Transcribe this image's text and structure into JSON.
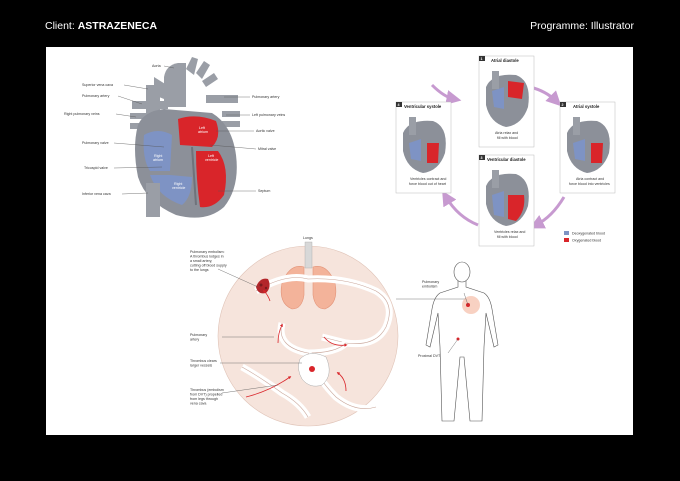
{
  "header": {
    "client_prefix": "Client: ",
    "client_name": "ASTRAZENECA",
    "programme": "Programme: Illustrator"
  },
  "heart": {
    "labels": {
      "aorta": "Aorta",
      "superior_vena_cava": "Superior vena cava",
      "pulmonary_artery_left": "Pulmonary artery",
      "right_pulmonary_veins": "Right pulmonary veins",
      "pulmonary_valve": "Pulmonary valve",
      "tricuspid_valve": "Tricuspid valve",
      "inferior_vena_cava": "Inferior vena cava",
      "pulmonary_artery_right": "Pulmonary artery",
      "left_pulmonary_veins": "Left pulmonary veins",
      "aortic_valve": "Aortic valve",
      "mitral_valve": "Mitral valve",
      "septum": "Septum",
      "left_atrium_1": "Left",
      "left_atrium_2": "atrium",
      "left_ventricle_1": "Left",
      "left_ventricle_2": "ventricle",
      "right_atrium_1": "Right",
      "right_atrium_2": "atrium",
      "right_ventricle_1": "Right",
      "right_ventricle_2": "ventricle"
    }
  },
  "cycle": {
    "stages": [
      {
        "num": "1",
        "title": "Atrial diastole",
        "caption_1": "Atria relax and",
        "caption_2": "fill with blood"
      },
      {
        "num": "2",
        "title": "Atrial systole",
        "caption_1": "Atria contract and",
        "caption_2": "force blood into ventricles"
      },
      {
        "num": "3",
        "title": "Ventricular diastole",
        "caption_1": "Ventricles relax and",
        "caption_2": "fill with blood"
      },
      {
        "num": "4",
        "title": "Ventricular systole",
        "caption_1": "Ventricles contract and",
        "caption_2": "force blood out of heart"
      }
    ],
    "legend": {
      "deoxygenated": "Deoxygenated blood",
      "oxygenated": "Oxygenated blood"
    }
  },
  "embolism": {
    "lungs_label": "Lungs",
    "pe_text": [
      "Pulmonary embolism:",
      "A thrombus lodges in",
      "a small artery,",
      "cutting off blood supply",
      "to the lungs"
    ],
    "pulmonary_artery": [
      "Pulmonary",
      "artery"
    ],
    "thrombus_clears": [
      "Thrombus clears",
      "larger vessels"
    ],
    "thrombus_dvt": [
      "Thrombus (embolism",
      "from DVT) propelled",
      "from legs through",
      "vena cava"
    ],
    "body_pe": [
      "Pulmonary",
      "embolism"
    ],
    "proximal_dvt": "Proximal DVT"
  },
  "colors": {
    "deoxygenated": "#7e93c4",
    "oxygenated": "#d9252a",
    "vessel_grey": "#9a9ea6",
    "circle_fill": "#f6e4dc",
    "arrow_purple": "#c79ad0"
  }
}
